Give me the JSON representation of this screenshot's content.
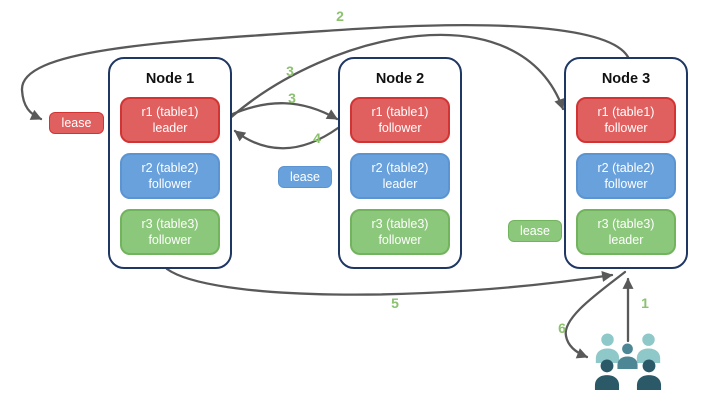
{
  "nodes": [
    {
      "title": "Node 1",
      "replicas": [
        {
          "name": "r1 (table1)",
          "role": "leader"
        },
        {
          "name": "r2 (table2)",
          "role": "follower"
        },
        {
          "name": "r3 (table3)",
          "role": "follower"
        }
      ]
    },
    {
      "title": "Node 2",
      "replicas": [
        {
          "name": "r1 (table1)",
          "role": "follower"
        },
        {
          "name": "r2 (table2)",
          "role": "leader"
        },
        {
          "name": "r3 (table3)",
          "role": "follower"
        }
      ]
    },
    {
      "title": "Node 3",
      "replicas": [
        {
          "name": "r1 (table1)",
          "role": "follower"
        },
        {
          "name": "r2 (table2)",
          "role": "follower"
        },
        {
          "name": "r3 (table3)",
          "role": "leader"
        }
      ]
    }
  ],
  "leases": [
    {
      "label": "lease",
      "color": "red"
    },
    {
      "label": "lease",
      "color": "blue"
    },
    {
      "label": "lease",
      "color": "green"
    }
  ],
  "steps": [
    {
      "label": "1"
    },
    {
      "label": "2"
    },
    {
      "label": "3"
    },
    {
      "label": "3"
    },
    {
      "label": "4"
    },
    {
      "label": "5"
    },
    {
      "label": "6"
    }
  ],
  "icons": {
    "users": "users-group-icon"
  },
  "colors": {
    "replica_red": "#e06060",
    "replica_red_border": "#d23434",
    "replica_blue": "#68a1db",
    "replica_blue_border": "#5b94d1",
    "replica_green": "#8cc87b",
    "replica_green_border": "#72b35e",
    "node_border": "#1f3763",
    "arrow": "#595959",
    "step_label": "#8cc16e",
    "people_light": "#8fc8c8",
    "people_mid": "#4d8795",
    "people_dark": "#2b5968"
  }
}
